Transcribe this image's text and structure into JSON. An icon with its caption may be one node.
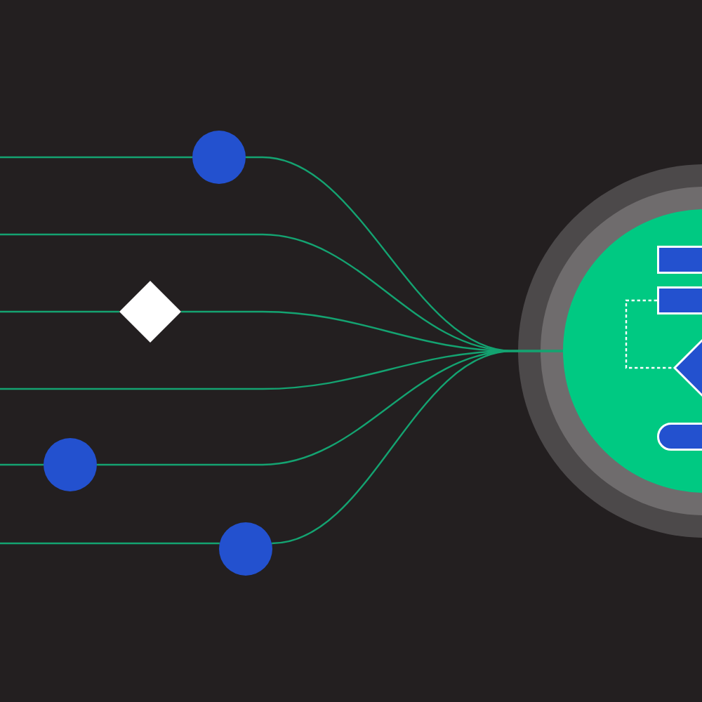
{
  "diagram": {
    "nodes": [
      {
        "text": [],
        "shape": "circle"
      },
      {
        "text": [],
        "shape": "diamond"
      },
      {
        "text": [],
        "shape": "circle"
      },
      {
        "text": [],
        "shape": "circle"
      },
      {
        "text": [],
        "shape": "circle"
      },
      {
        "text": [],
        "shape": "box",
        "in": 4
      },
      {
        "text": [],
        "shape": "box",
        "in": 4
      },
      {
        "text": [],
        "shape": "diamond",
        "in": 4
      },
      {
        "text": [],
        "shape": "pill",
        "in": 4
      }
    ],
    "edges": [
      {
        "from": null,
        "to": 0,
        "arrow": "none"
      },
      {
        "from": 0,
        "to": 4,
        "arrow": "none"
      },
      {
        "from": null,
        "to": 4,
        "arrow": "none"
      },
      {
        "from": null,
        "to": 1,
        "arrow": "none"
      },
      {
        "from": 1,
        "to": 4,
        "arrow": "none"
      },
      {
        "from": null,
        "to": 4,
        "arrow": "none"
      },
      {
        "from": null,
        "to": 2,
        "arrow": "none"
      },
      {
        "from": 2,
        "to": 4,
        "arrow": "none"
      },
      {
        "from": null,
        "to": 3,
        "arrow": "none"
      },
      {
        "from": 3,
        "to": 4,
        "arrow": "none"
      },
      {
        "from": 6,
        "to": 7,
        "arrow": "none",
        "style": "dashed",
        "color": "#ffffff"
      }
    ]
  }
}
